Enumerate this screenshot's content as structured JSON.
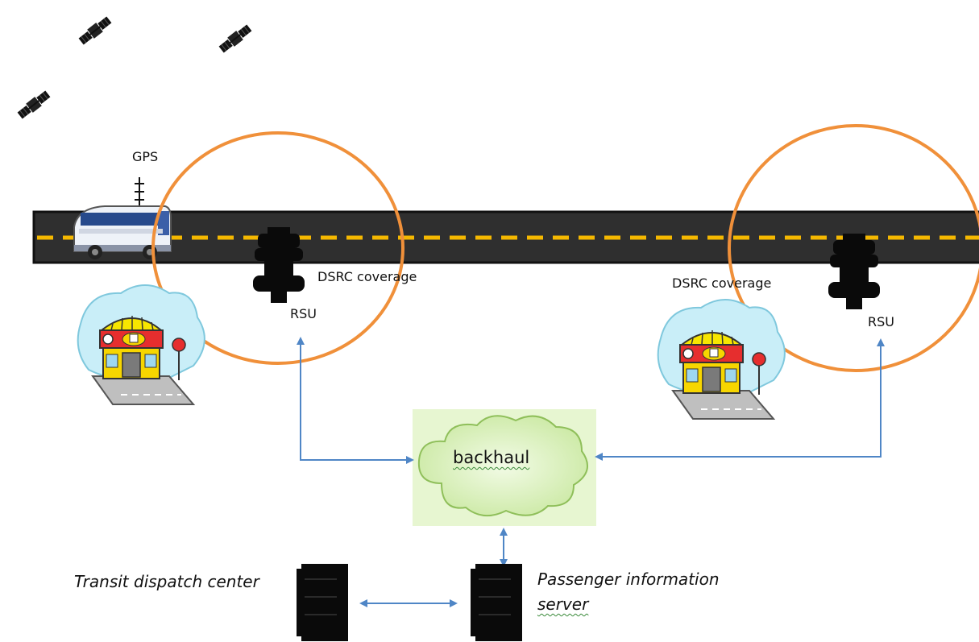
{
  "labels": {
    "gps": "GPS",
    "dsrc_left": "DSRC coverage",
    "dsrc_right": "DSRC coverage",
    "rsu_left": "RSU",
    "rsu_right": "RSU",
    "backhaul": "backhaul",
    "dispatch": "Transit dispatch center",
    "pis_line1": "Passenger information",
    "pis_line2": "server"
  },
  "colors": {
    "road": "#2f2f2f",
    "lane_dash": "#f5b800",
    "coverage_ring": "#f0903a",
    "arrow": "#4f86c6",
    "cloud_fill": "#d6efb4",
    "cloud_bg": "#e7f6d1"
  },
  "icons": [
    "satellite-icon",
    "bus-icon",
    "traffic-light-icon",
    "bus-stop-shop-icon",
    "cloud-icon",
    "server-icon"
  ]
}
